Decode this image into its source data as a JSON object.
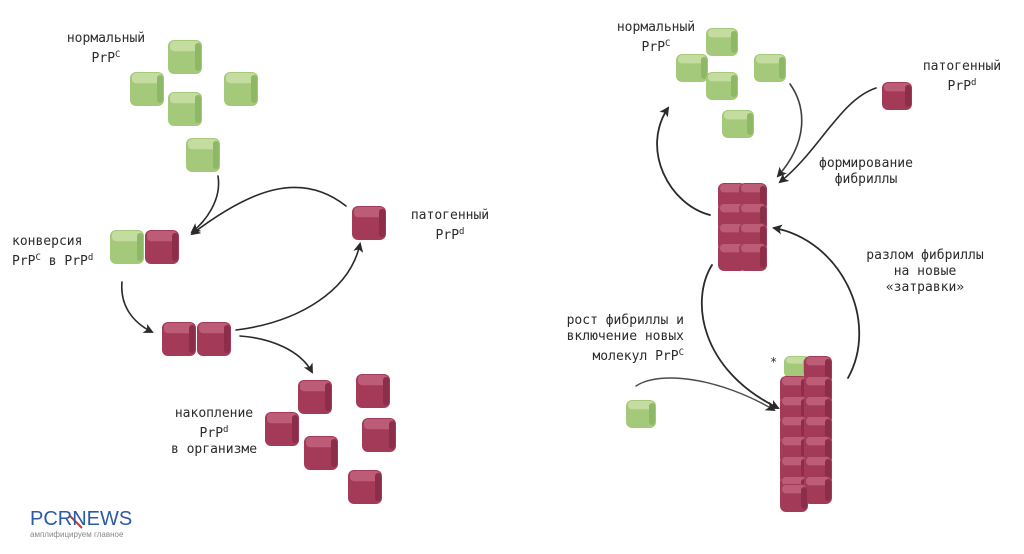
{
  "colors": {
    "normal_fill": "#a5c97a",
    "normal_top": "#c4dc9f",
    "normal_side": "#8fb866",
    "patho_fill": "#a33b58",
    "patho_top": "#bd5c76",
    "patho_side": "#8c2d49",
    "arrow": "#2a2a2a",
    "text": "#2b2b2b",
    "logo_blue": "#2d5aa6",
    "logo_red": "#d9342b",
    "logo_green": "#58a84a"
  },
  "left_panel": {
    "normal_label": {
      "line1": "нормальный",
      "prefix": "PrP",
      "sup": "C"
    },
    "conversion_label": {
      "line1": "конверсия",
      "a_prefix": "PrP",
      "a_sup": "C",
      "mid": " в ",
      "b_prefix": "PrP",
      "b_sup": "d"
    },
    "pathogenic_label": {
      "line1": "патогенный",
      "prefix": "PrP",
      "sup": "d"
    },
    "accumulation_label": {
      "line1": "накопление",
      "prefix": "PrP",
      "sup": "d",
      "line3": "в организме"
    }
  },
  "right_panel": {
    "normal_label": {
      "line1": "нормальный",
      "prefix": "PrP",
      "sup": "C"
    },
    "pathogenic_label": {
      "line1": "патогенный",
      "prefix": "PrP",
      "sup": "d"
    },
    "fibril_formation_label": {
      "line1": "формирование",
      "line2": "фибриллы"
    },
    "fibril_break_label": {
      "line1": "разлом фибриллы",
      "line2": "на новые",
      "line3": "«затравки»"
    },
    "fibril_growth_label": {
      "line1": "рост фибриллы и",
      "line2": "включение новых",
      "line3_prefix": "молекул PrP",
      "sup": "C"
    },
    "asterisk": "*"
  },
  "logo": {
    "part1": "PCR",
    "part2": "NEWS",
    "tagline": "амплифицируем главное"
  }
}
